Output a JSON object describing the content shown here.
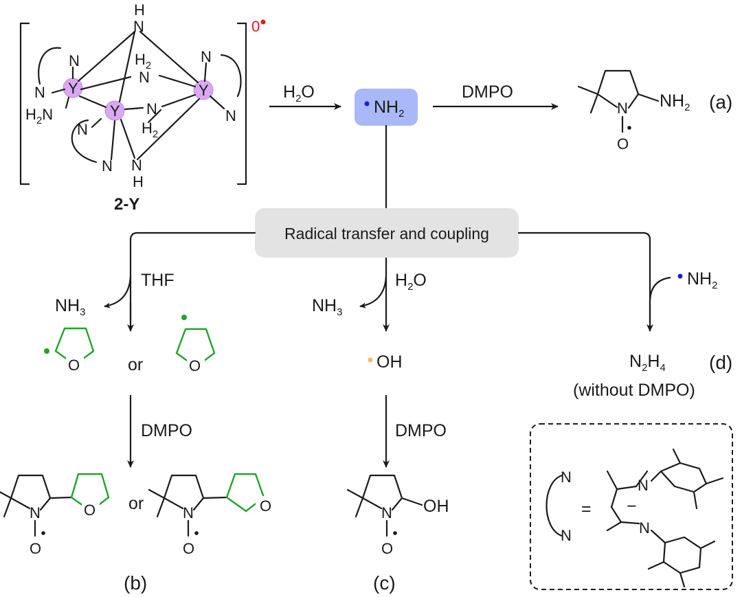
{
  "colors": {
    "blue": "#1a1ae0",
    "green": "#22a22c",
    "orange": "#f5b76a",
    "red": "#e01b1b",
    "violet": "#d9a8f0",
    "box_gray": "#e3e3e3",
    "nh2_box": "#a9b8f8",
    "ink": "#1a1a1a"
  },
  "complex": {
    "label": "2-Y",
    "charge": "0",
    "atoms": {
      "metal": "Y",
      "N": "N",
      "H": "H",
      "H2": "H",
      "H2_sub": "2",
      "H2N": "H",
      "H2N_sub": "2",
      "H2N_tail": "N"
    }
  },
  "center": {
    "radical_label": "NH",
    "radical_sub": "2",
    "h2o_label": "H",
    "h2o_sub": "2",
    "h2o_tail": "O",
    "dmpo_top": "DMPO",
    "box_text": "Radical transfer and coupling"
  },
  "path_a": {
    "tag": "(a)",
    "substituent": "NH",
    "substituent_sub": "2",
    "N": "N",
    "O": "O"
  },
  "path_b": {
    "tag": "(b)",
    "reagent": "THF",
    "byproduct": "NH",
    "byproduct_sub": "3",
    "or": "or",
    "dmpo": "DMPO",
    "O": "O",
    "N": "N"
  },
  "path_c": {
    "tag": "(c)",
    "reagent": "H",
    "reagent_sub": "2",
    "reagent_tail": "O",
    "byproduct": "NH",
    "byproduct_sub": "3",
    "radical": "OH",
    "dmpo": "DMPO",
    "substituent": "OH",
    "N": "N",
    "O": "O"
  },
  "path_d": {
    "tag": "(d)",
    "reagent": "NH",
    "reagent_sub": "2",
    "product": "N",
    "product_sub1": "2",
    "product_mid": "H",
    "product_sub2": "4",
    "note": "(without DMPO)"
  },
  "legend": {
    "N": "N",
    "equals": "=",
    "charge": "−"
  }
}
